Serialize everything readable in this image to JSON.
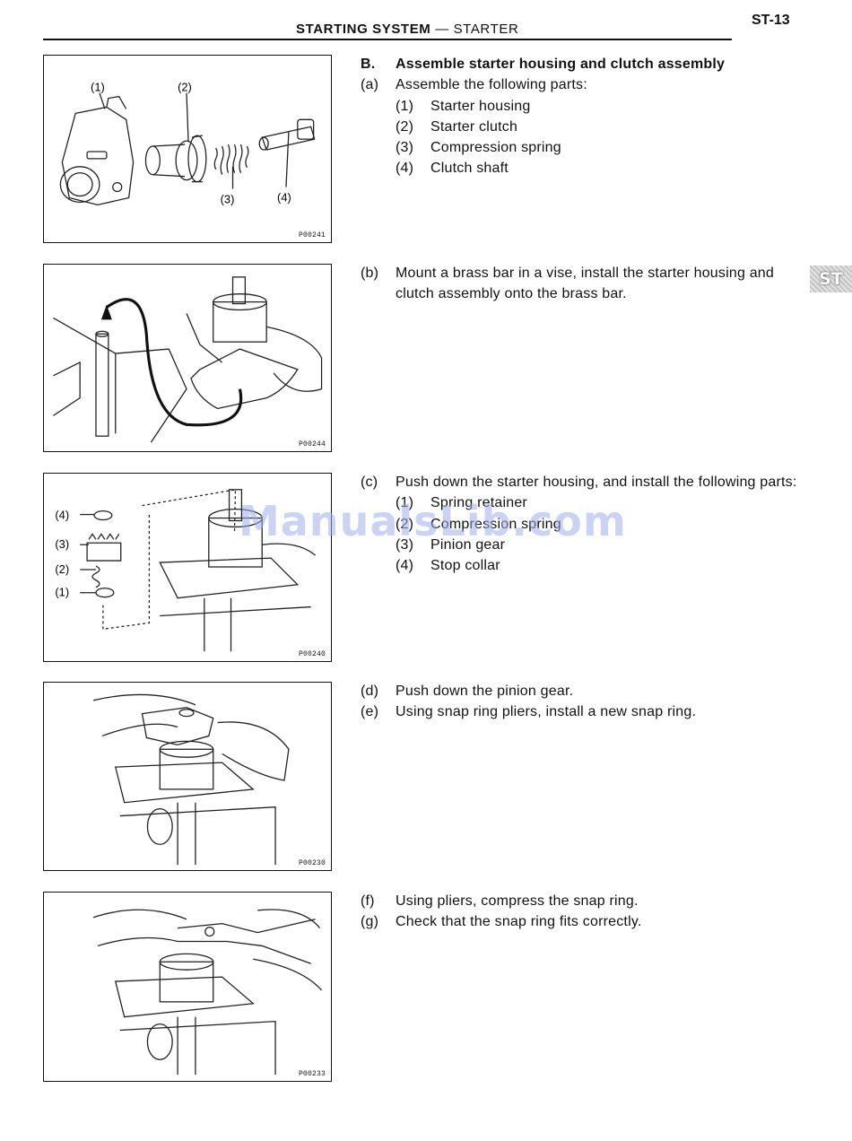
{
  "header": {
    "section": "STARTING SYSTEM",
    "dash": "—",
    "subsection": "STARTER",
    "page_number": "ST-13"
  },
  "tab": {
    "label": "ST",
    "color": "#d0d0d0"
  },
  "watermark": {
    "text": "ManualsLib.com",
    "color": "#a0afeb"
  },
  "figures": [
    {
      "code": "P00241",
      "callouts": [
        "(1)",
        "(2)",
        "(3)",
        "(4)"
      ]
    },
    {
      "code": "P00244"
    },
    {
      "code": "P00240",
      "callouts": [
        "(4)",
        "(3)",
        "(2)",
        "(1)"
      ]
    },
    {
      "code": "P00230"
    },
    {
      "code": "P00233"
    }
  ],
  "steps": {
    "B": {
      "mark": "B.",
      "title": "Assemble starter housing and clutch assembly"
    },
    "a": {
      "mark": "(a)",
      "text": "Assemble the following parts:",
      "items": [
        {
          "num": "(1)",
          "label": "Starter housing"
        },
        {
          "num": "(2)",
          "label": "Starter clutch"
        },
        {
          "num": "(3)",
          "label": "Compression spring"
        },
        {
          "num": "(4)",
          "label": "Clutch shaft"
        }
      ]
    },
    "b": {
      "mark": "(b)",
      "text": "Mount a brass bar in a vise, install the starter housing and clutch assembly onto the brass bar."
    },
    "c": {
      "mark": "(c)",
      "text": "Push down the starter housing, and install the following parts:",
      "items": [
        {
          "num": "(1)",
          "label": "Spring retainer"
        },
        {
          "num": "(2)",
          "label": "Compression spring"
        },
        {
          "num": "(3)",
          "label": "Pinion gear"
        },
        {
          "num": "(4)",
          "label": "Stop collar"
        }
      ]
    },
    "d": {
      "mark": "(d)",
      "text": "Push down the pinion gear."
    },
    "e": {
      "mark": "(e)",
      "text": "Using snap ring pliers, install a new snap ring."
    },
    "f": {
      "mark": "(f)",
      "text": "Using pliers, compress the snap ring."
    },
    "g": {
      "mark": "(g)",
      "text": "Check that the snap ring fits correctly."
    }
  }
}
